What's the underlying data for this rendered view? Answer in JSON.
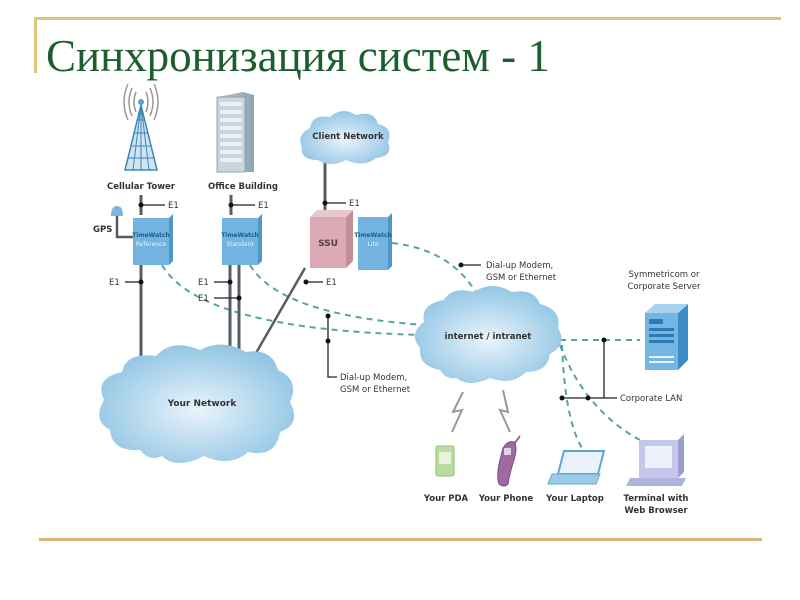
{
  "slide": {
    "title": "Синхронизация систем - 1",
    "accent_color": "#e2c37a",
    "title_color": "#1c5f2f"
  },
  "diagram": {
    "nodes": {
      "cellular_tower": "Cellular Tower",
      "office_building": "Office Building",
      "client_network": "Client Network",
      "gps": "GPS",
      "tw_reference": {
        "line1": "TimeWatch",
        "line2": "Reference"
      },
      "tw_standard": {
        "line1": "TimeWatch",
        "line2": "Standard"
      },
      "ssu": "SSU",
      "tw_lite": {
        "line1": "TimeWatch",
        "line2": "Lite"
      },
      "your_network": "Your Network",
      "internet": "internet / intranet",
      "server": {
        "line1": "Symmetricom or",
        "line2": "Corporate Server"
      },
      "corporate_lan": "Corporate LAN",
      "pda": "Your PDA",
      "phone": "Your Phone",
      "laptop": "Your Laptop",
      "terminal": {
        "line1": "Terminal with",
        "line2": "Web Browser"
      }
    },
    "link_labels": {
      "e1": "E1",
      "dialup_top": {
        "line1": "Dial-up Modem,",
        "line2": "GSM or Ethernet"
      },
      "dialup_bottom": {
        "line1": "Dial-up Modem,",
        "line2": "GSM or Ethernet"
      }
    },
    "colors": {
      "cloud": "#9ccbe6",
      "device_blue": "#72b3df",
      "ssu_pink": "#d9a9b4",
      "dashed_link": "#5aa39a",
      "solid_link": "#555e66",
      "pda_green": "#b9dca0",
      "phone_purple": "#a06aa0"
    }
  }
}
